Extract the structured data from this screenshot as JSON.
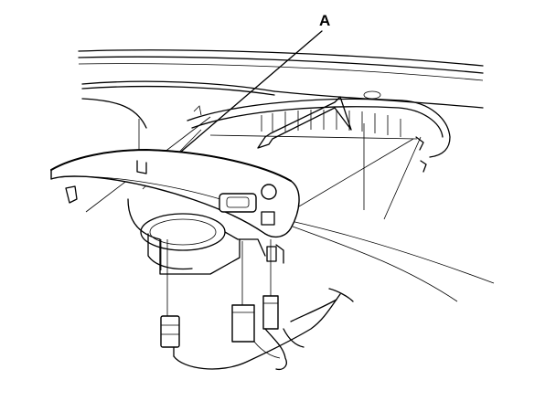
{
  "diagram": {
    "callout": {
      "label": "A"
    },
    "colors": {
      "line": "#000000",
      "background": "#ffffff"
    },
    "components": [
      "dashboard-top-panel",
      "panel-opening",
      "center-speaker-unit",
      "control-panel-cover",
      "button-switch",
      "round-indicator",
      "mounting-clips",
      "electrical-connectors",
      "wire-harness",
      "removal-direction-arrow"
    ]
  }
}
